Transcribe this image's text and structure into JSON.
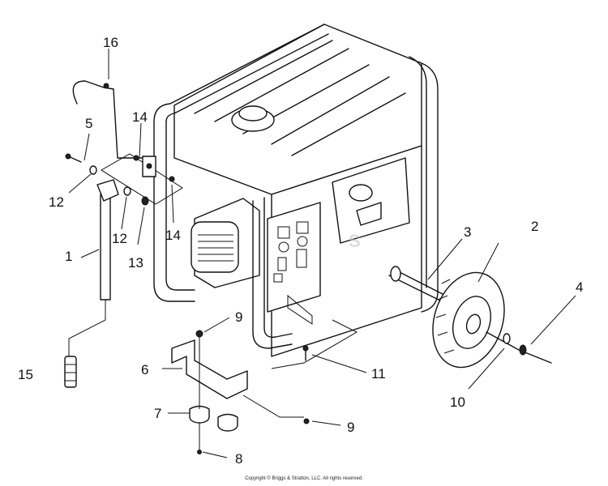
{
  "labels": {
    "l1": "1",
    "l2": "2",
    "l3": "3",
    "l4": "4",
    "l5": "5",
    "l6": "6",
    "l7": "7",
    "l8": "8",
    "l9a": "9",
    "l9b": "9",
    "l10": "10",
    "l11": "11",
    "l12a": "12",
    "l12b": "12",
    "l13": "13",
    "l14a": "14",
    "l14b": "14",
    "l15": "15",
    "l16": "16"
  },
  "copyright": "Copyright © Briggs & Stratton, LLC. All rights reserved."
}
